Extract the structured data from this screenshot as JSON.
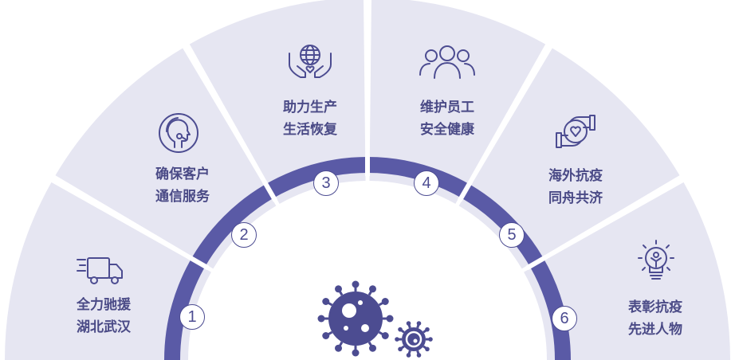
{
  "colors": {
    "panel": "#e6e6f2",
    "ring": "#5a5aa6",
    "icon": "#4c4c91",
    "text": "#4a4a86",
    "white": "#ffffff"
  },
  "segments": [
    {
      "number": "1",
      "line1": "全力驰援",
      "line2": "湖北武汉",
      "icon": "delivery-truck-icon"
    },
    {
      "number": "2",
      "line1": "确保客户",
      "line2": "通信服务",
      "icon": "customer-head-headset-icon"
    },
    {
      "number": "3",
      "line1": "助力生产",
      "line2": "生活恢复",
      "icon": "globe-in-hands-icon"
    },
    {
      "number": "4",
      "line1": "维护员工",
      "line2": "安全健康",
      "icon": "team-people-icon"
    },
    {
      "number": "5",
      "line1": "海外抗疫",
      "line2": "同舟共济",
      "icon": "helping-hands-heart-icon"
    },
    {
      "number": "6",
      "line1": "表彰抗疫",
      "line2": "先进人物",
      "icon": "award-bulb-person-icon"
    }
  ],
  "center": {
    "icon": "virus-icon"
  }
}
